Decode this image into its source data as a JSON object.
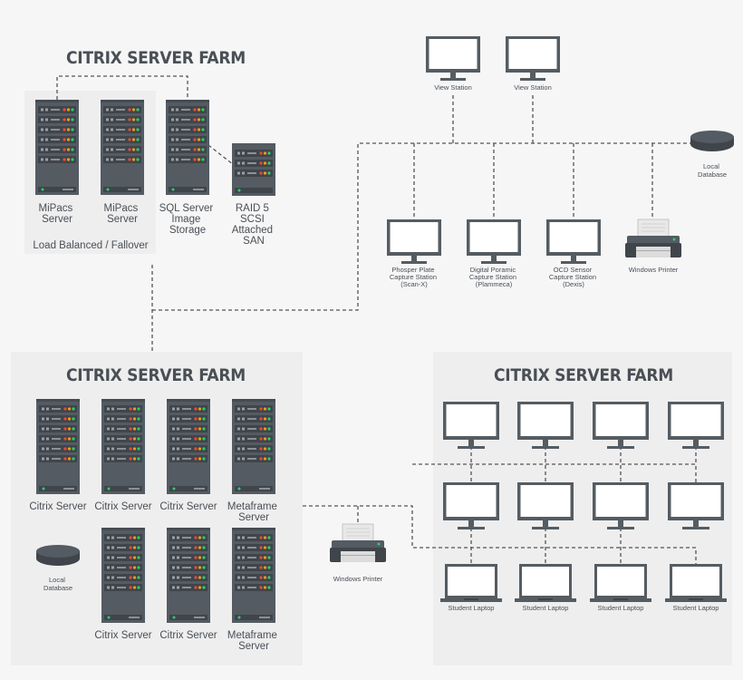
{
  "titles": {
    "top": "CITRIX SERVER FARM",
    "bottom_left": "CITRIX SERVER FARM",
    "bottom_right": "CITRIX SERVER FARM"
  },
  "top_farm": {
    "server1": [
      "MiPacs",
      "Server"
    ],
    "server2": [
      "MiPacs",
      "Server"
    ],
    "sql": [
      "SQL Server",
      "Image",
      "Storage"
    ],
    "raid": [
      "RAID 5",
      "SCSI",
      "Attached",
      "SAN"
    ],
    "caption": "Load Balanced / Fallover"
  },
  "network": {
    "view1": "View Station",
    "view2": "View Station",
    "local_db": [
      "Local",
      "Database"
    ],
    "phosper": [
      "Phosper Plate",
      "Capture Station",
      "(Scan-X)"
    ],
    "digital": [
      "Digital Poramic",
      "Capture Station",
      "(Plammeca)"
    ],
    "ocd": [
      "OCD Sensor",
      "Capture Station",
      "(Dexis)"
    ],
    "printer": "Windows Printer"
  },
  "bottom_left": {
    "row1": [
      [
        "Citrix Server"
      ],
      [
        "Citrix Server"
      ],
      [
        "Citrix Server"
      ],
      [
        "Metaframe",
        "Server"
      ]
    ],
    "row2": [
      [
        "Citrix Server"
      ],
      [
        "Citrix Server"
      ],
      [
        "Metaframe",
        "Server"
      ]
    ],
    "local_db": [
      "Local",
      "Database"
    ]
  },
  "middle_printer": "Windows Printer",
  "bottom_right": {
    "laptops": [
      "Student Laptop",
      "Student Laptop",
      "Student Laptop",
      "Student Laptop"
    ]
  },
  "colors": {
    "server_body": "#545b62",
    "server_slot": "#3f454b",
    "led_red": "#e74c3c",
    "led_orange": "#f39c12",
    "led_green": "#2ecc71",
    "panel_bg": "#eeeeee",
    "monitor": "#555c62"
  }
}
